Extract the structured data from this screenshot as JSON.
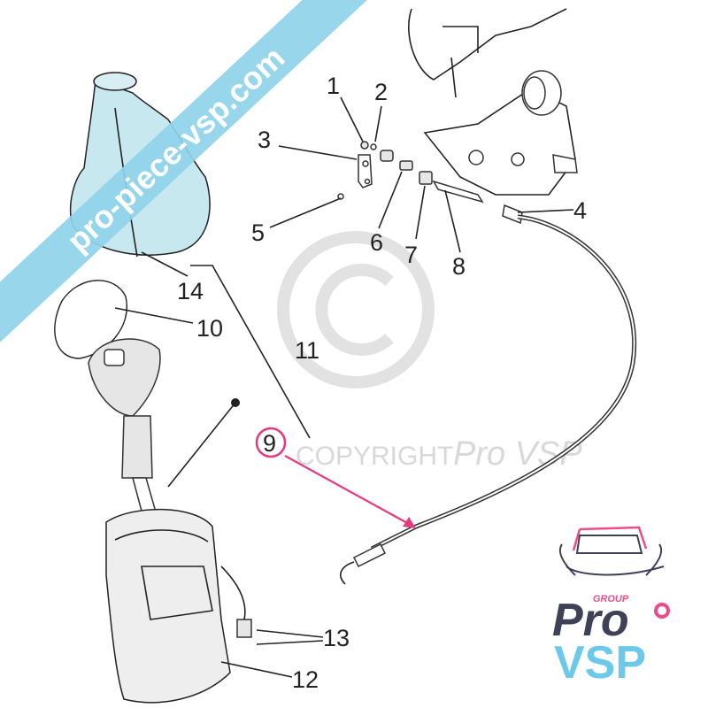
{
  "watermark": {
    "banner_text": "pro-piece-vsp.com",
    "copyright_text": "COPYRIGHT",
    "copyright_brand": "Pro VSP"
  },
  "callouts": {
    "c1": "1",
    "c2": "2",
    "c3": "3",
    "c4": "4",
    "c5": "5",
    "c6": "6",
    "c7": "7",
    "c8": "8",
    "c9": "9",
    "c10": "10",
    "c11": "11",
    "c12": "12",
    "c13": "13",
    "c14": "14"
  },
  "logo": {
    "group": "GROUP",
    "pro": "Pro",
    "vsp": "VSP"
  },
  "colors": {
    "banner": "#8fd3ea",
    "highlight": "#e6397f",
    "logo_dark": "#3f4256",
    "logo_blue": "#6cc9ea",
    "logo_pink": "#ee4b8a",
    "boot_tint": "#bfe6ee"
  }
}
